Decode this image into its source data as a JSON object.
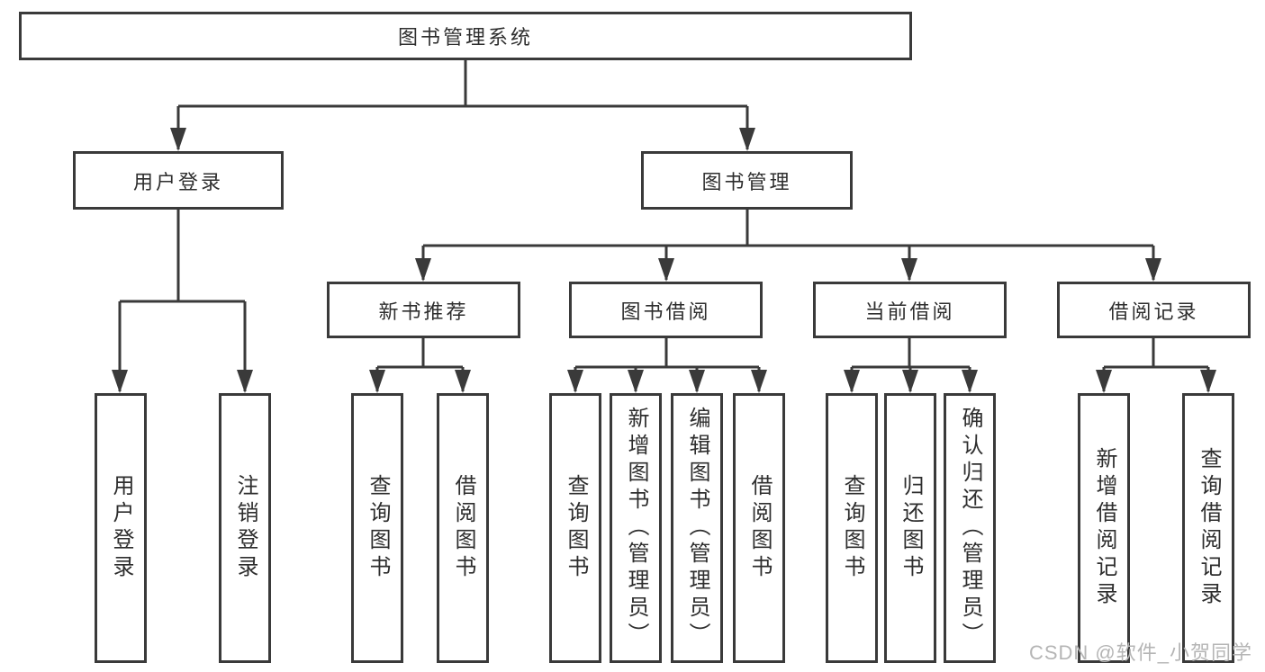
{
  "diagram": {
    "title": "图书管理系统",
    "colors": {
      "line": "#3a3a3a",
      "box_border": "#3a3a3a",
      "text": "#2e2e2e",
      "background": "#ffffff",
      "watermark": "#b5b5b5"
    },
    "root": {
      "label": "图书管理系统"
    },
    "level2": [
      {
        "label": "用户登录"
      },
      {
        "label": "图书管理"
      }
    ],
    "level3": [
      {
        "label": "新书推荐"
      },
      {
        "label": "图书借阅"
      },
      {
        "label": "当前借阅"
      },
      {
        "label": "借阅记录"
      }
    ],
    "leaves": {
      "user_login": [
        "用户登录",
        "注销登录"
      ],
      "new_books": [
        "查询图书",
        "借阅图书"
      ],
      "book_borrow": [
        "查询图书",
        "新增图书（管理员）",
        "编辑图书（管理员）",
        "借阅图书"
      ],
      "current_borrow": [
        "查询图书",
        "归还图书",
        "确认归还（管理员）"
      ],
      "borrow_records": [
        "新增借阅记录",
        "查询借阅记录"
      ]
    },
    "watermark": "CSDN @软件_小贺同学"
  }
}
